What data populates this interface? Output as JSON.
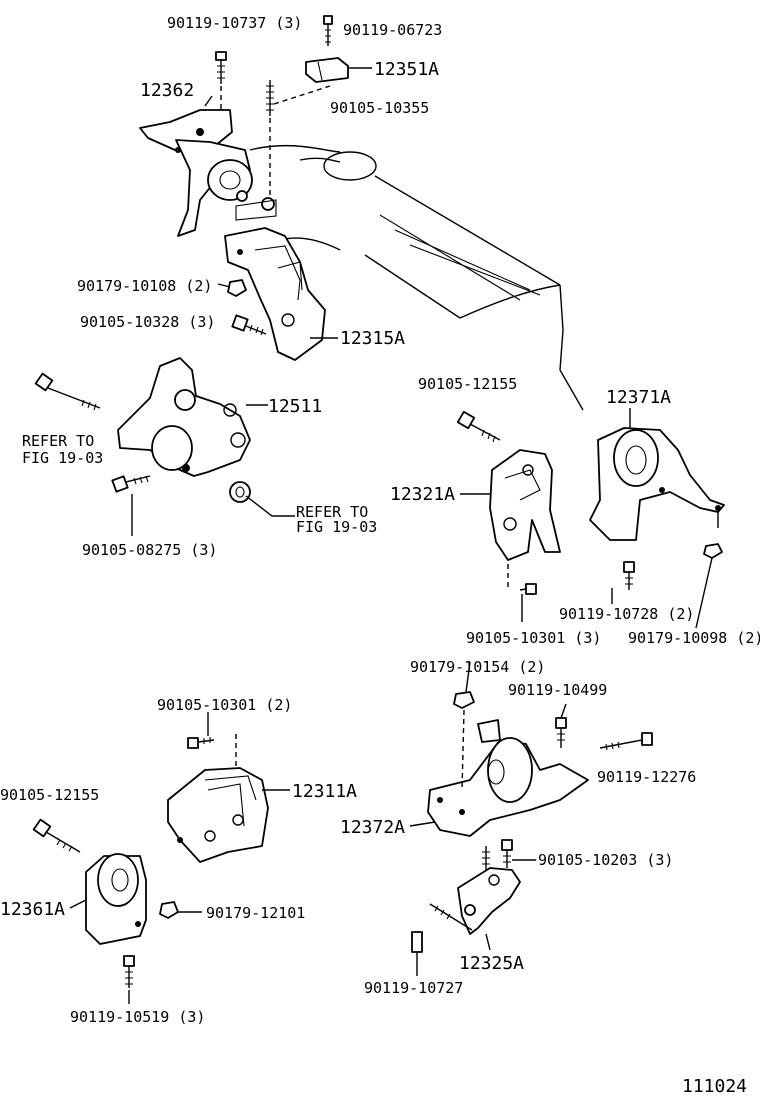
{
  "labels": {
    "p_90119_10737": "90119-10737 (3)",
    "p_90119_06723": "90119-06723",
    "p_12351A": "12351A",
    "p_12362": "12362",
    "p_90105_10355": "90105-10355",
    "p_90179_10108": "90179-10108 (2)",
    "p_90105_10328": "90105-10328 (3)",
    "p_12315A": "12315A",
    "p_12511": "12511",
    "refer1_a": "REFER TO",
    "refer1_b": "FIG 19-03",
    "refer2_a": "REFER TO",
    "refer2_b": "FIG 19-03",
    "p_90105_08275": "90105-08275 (3)",
    "p_90105_12155_r": "90105-12155",
    "p_12371A": "12371A",
    "p_12321A": "12321A",
    "p_90119_10728": "90119-10728 (2)",
    "p_90179_10098": "90179-10098 (2)",
    "p_90105_10301_3": "90105-10301 (3)",
    "p_90179_10154": "90179-10154 (2)",
    "p_90119_10499": "90119-10499",
    "p_90105_10301_2": "90105-10301 (2)",
    "p_90119_12276": "90119-12276",
    "p_12311A": "12311A",
    "p_90105_12155_l": "90105-12155",
    "p_12372A": "12372A",
    "p_90105_10203": "90105-10203 (3)",
    "p_12361A": "12361A",
    "p_90179_12101": "90179-12101",
    "p_12325A": "12325A",
    "p_90119_10727": "90119-10727",
    "p_90119_10519": "90119-10519 (3)",
    "diagram_id": "111024"
  }
}
